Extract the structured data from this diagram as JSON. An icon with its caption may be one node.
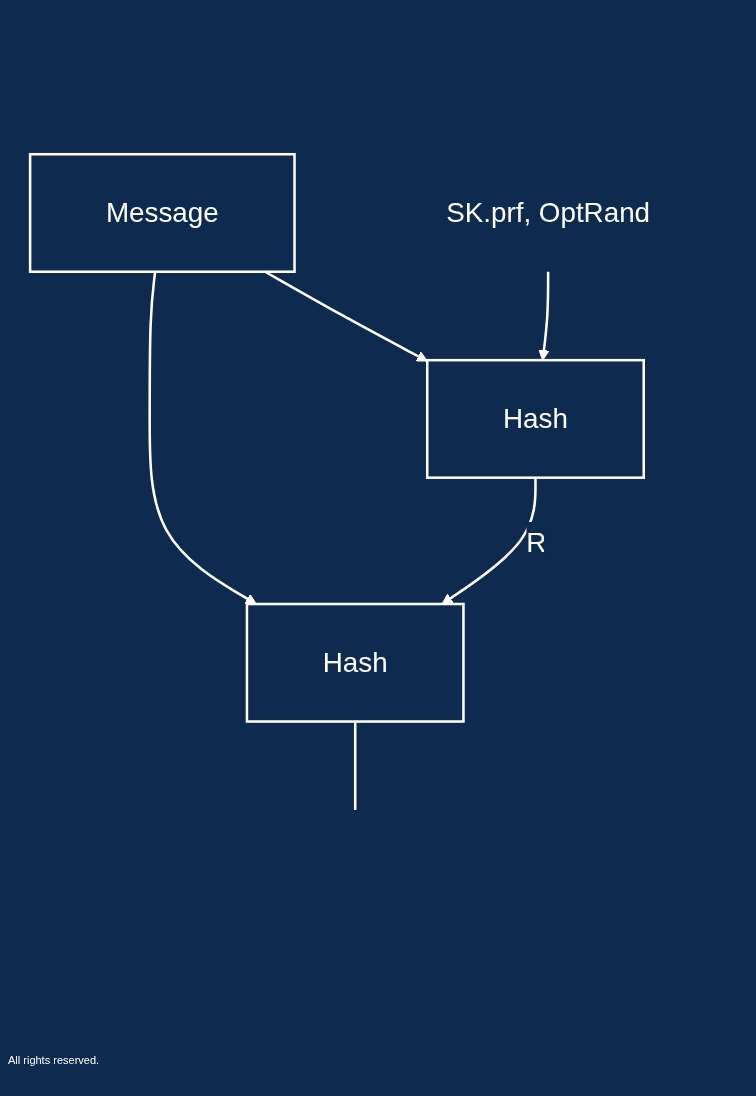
{
  "diagram": {
    "nodes": [
      {
        "text": [
          "Message"
        ]
      },
      {
        "text": [
          "SK.prf, OptRand"
        ]
      },
      {
        "text": [
          "Hash"
        ]
      },
      {
        "text": [
          "Hash"
        ]
      }
    ],
    "edges": [
      {
        "from": 0,
        "to": 2,
        "arrow": "to"
      },
      {
        "from": 0,
        "to": 3,
        "arrow": "to"
      },
      {
        "from": 1,
        "to": 2,
        "arrow": "to"
      },
      {
        "from": 2,
        "to": 3,
        "arrow": "to",
        "label": "R"
      },
      {
        "from": 3,
        "to": null,
        "arrow": "none"
      }
    ],
    "labels": [
      "All rights reserved."
    ]
  }
}
